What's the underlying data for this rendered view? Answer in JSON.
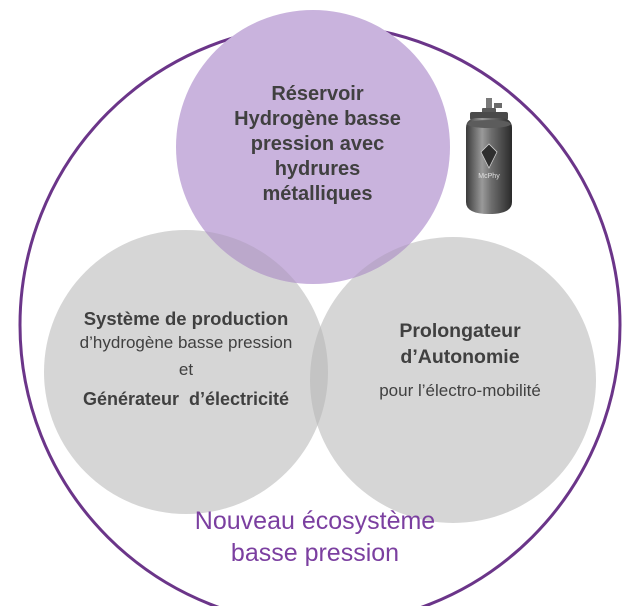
{
  "colors": {
    "outer_circle_stroke": "#6b3589",
    "top_circle_fill": "#c9b3dd",
    "gray_circle_fill": "#d6d6d6",
    "overlap_fill": "#bba8cb",
    "ecosystem_text": "#7b3fa0",
    "body_text": "#404040"
  },
  "top_circle": {
    "lines": [
      "Réservoir",
      "Hydrogène basse",
      "pression avec",
      "hydrures",
      "métalliques"
    ]
  },
  "left_circle": {
    "title": "Système de production",
    "subtitle": "d’hydrogène basse pression",
    "connector": "et",
    "title2": "Générateur  d’électricité"
  },
  "right_circle": {
    "title_line1": "Prolongateur",
    "title_line2": "d’Autonomie",
    "subtitle": "pour l’électro-mobilité"
  },
  "ecosystem": {
    "line1": "Nouveau écosystème",
    "line2": "basse pression"
  },
  "tank_image": {
    "icon": "hydrogen-tank-icon",
    "brand": "McPhy"
  }
}
